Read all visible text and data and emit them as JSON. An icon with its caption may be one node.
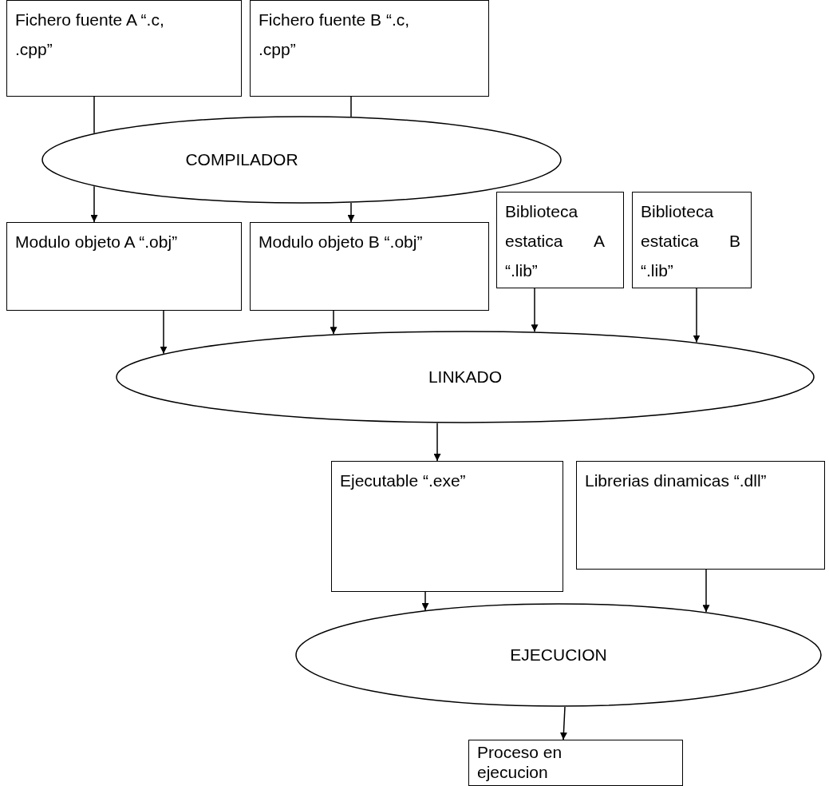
{
  "diagram": {
    "nodes": [
      {
        "text": [
          "Fichero fuente A “.c, .cpp”"
        ]
      },
      {
        "text": [
          "Fichero fuente B “.c, .cpp”"
        ]
      },
      {
        "text": [
          "COMPILADOR"
        ]
      },
      {
        "text": [
          "Modulo objeto A “.obj”"
        ]
      },
      {
        "text": [
          "Modulo objeto B “.obj”"
        ]
      },
      {
        "text": [
          "Biblioteca estatica A “.lib”"
        ]
      },
      {
        "text": [
          "Biblioteca estatica B “.lib”"
        ]
      },
      {
        "text": [
          "LINKADO"
        ]
      },
      {
        "text": [
          "Ejecutable “.exe”"
        ]
      },
      {
        "text": [
          "Librerias dinamicas “.dll”"
        ]
      },
      {
        "text": [
          "EJECUCION"
        ]
      },
      {
        "text": [
          "Proceso en ejecucion"
        ]
      }
    ],
    "edges": [
      {
        "from": 0,
        "to": 2,
        "arrow": "none"
      },
      {
        "from": 2,
        "to": 3,
        "arrow": "to"
      },
      {
        "from": 1,
        "to": 2,
        "arrow": "none"
      },
      {
        "from": 2,
        "to": 4,
        "arrow": "to"
      },
      {
        "from": 3,
        "to": 7,
        "arrow": "to"
      },
      {
        "from": 4,
        "to": 7,
        "arrow": "to"
      },
      {
        "from": 5,
        "to": 7,
        "arrow": "to"
      },
      {
        "from": 6,
        "to": 7,
        "arrow": "to"
      },
      {
        "from": 7,
        "to": 8,
        "arrow": "to"
      },
      {
        "from": 8,
        "to": 10,
        "arrow": "to"
      },
      {
        "from": 9,
        "to": 10,
        "arrow": "to"
      },
      {
        "from": 10,
        "to": 11,
        "arrow": "to"
      }
    ]
  }
}
